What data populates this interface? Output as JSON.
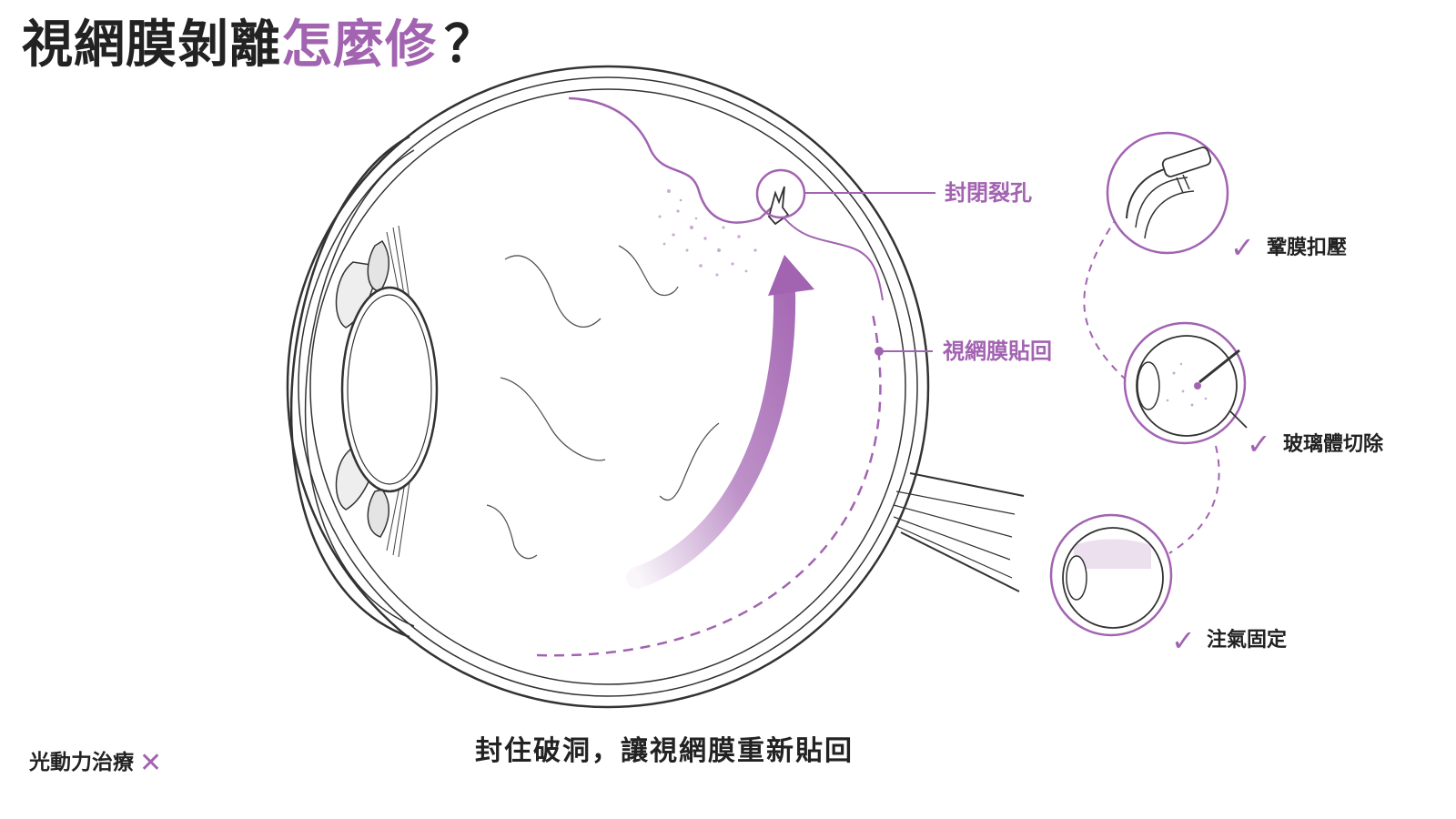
{
  "title": {
    "main": "視網膜剝離",
    "accent": "怎麼修",
    "question": "？"
  },
  "callouts": {
    "seal_tear": "封閉裂孔",
    "reattach": "視網膜貼回"
  },
  "treatments": [
    {
      "label": "鞏膜扣壓",
      "mark": "✓"
    },
    {
      "label": "玻璃體切除",
      "mark": "✓"
    },
    {
      "label": "注氣固定",
      "mark": "✓"
    }
  ],
  "excluded": {
    "label": "光動力治療",
    "mark": "✕"
  },
  "caption": "封住破洞，讓視網膜重新貼回",
  "colors": {
    "accent": "#a263b1",
    "text": "#222222",
    "line": "#333333"
  }
}
